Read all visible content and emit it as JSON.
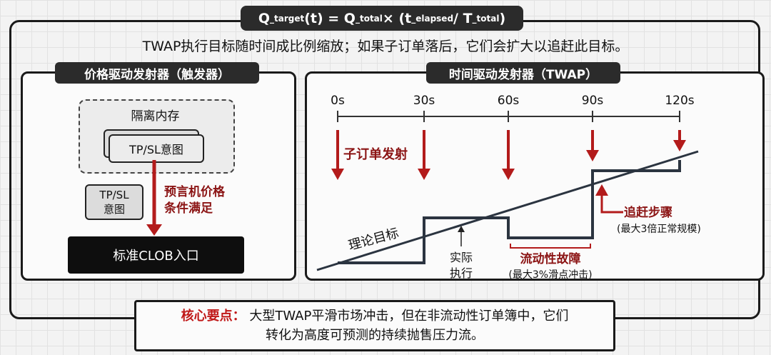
{
  "formula": {
    "q": "Q",
    "q_sub": "_target",
    "mid": "(t) = Q",
    "total_sub": "_total",
    "times": " × (t",
    "elapsed_sub": "_elapsed",
    "div": " / T",
    "t_total_sub": "_total",
    "close": ")"
  },
  "subtitle": "TWAP执行目标随时间成比例缩放；如果子订单落后，它们会扩大以追赶此目标。",
  "left_panel": {
    "title": "价格驱动发射器（触发器）",
    "isolated_memory": "隔离内存",
    "intent_card": "TP/SL意图",
    "small_card_line1": "TP/SL",
    "small_card_line2": "意图",
    "oracle_line1": "预言机价格",
    "oracle_line2": "条件满足",
    "clob_entry": "标准CLOB入口"
  },
  "right_panel": {
    "title": "时间驱动发射器（TWAP）",
    "ticks": [
      "0s",
      "30s",
      "60s",
      "90s",
      "120s"
    ],
    "child_order_label": "子订单发射",
    "theory_label": "理论目标",
    "actual_line1": "实际",
    "actual_line2": "执行",
    "liquidity_label": "流动性故障",
    "liquidity_sub": "(最大3%滑点冲击)",
    "catchup_label": "追赶步骤",
    "catchup_sub": "(最大3倍正常规模)"
  },
  "key_point": {
    "label": "核心要点：",
    "line1": "大型TWAP平滑市场冲击，但在非流动性订单簿中，它们",
    "line2": "转化为高度可预测的持续抛售压力流。"
  },
  "colors": {
    "accent_red": "#b31b1b",
    "dark": "#1a1a1a",
    "navy_line": "#2b3440"
  }
}
